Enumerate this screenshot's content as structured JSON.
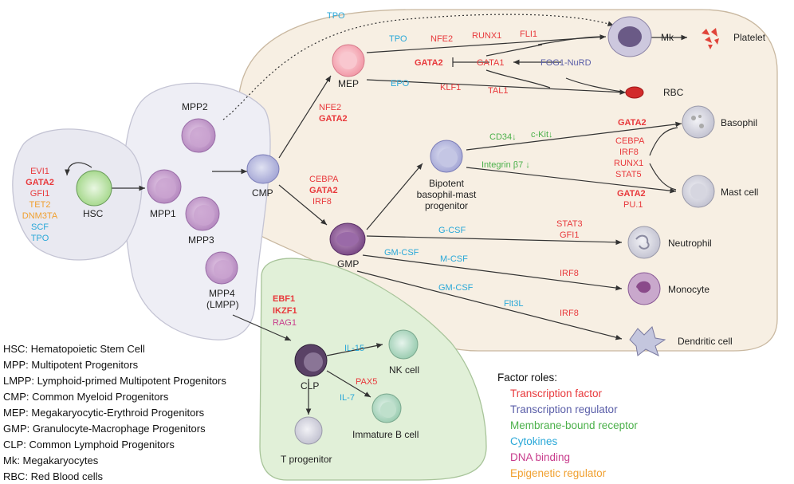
{
  "colors": {
    "transcription_factor": "#e8393c",
    "transcription_regulator": "#5a5ea8",
    "membrane_receptor": "#4bb04a",
    "cytokine": "#2aa8d8",
    "dna_binding": "#c83c8c",
    "epigenetic": "#f0a030",
    "myeloid_region": "#f7efe3",
    "lymphoid_region": "#e1f0d8",
    "mpp_region": "#eeeef5",
    "hsc_region": "#e9e9f1"
  },
  "cells": {
    "hsc": "HSC",
    "mpp1": "MPP1",
    "mpp2": "MPP2",
    "mpp3": "MPP3",
    "mpp4_line1": "MPP4",
    "mpp4_line2": "(LMPP)",
    "cmp": "CMP",
    "mep": "MEP",
    "gmp": "GMP",
    "clp": "CLP",
    "mk": "Mk",
    "platelet": "Platelet",
    "rbc": "RBC",
    "basophil": "Basophil",
    "mast_cell": "Mast cell",
    "bipotent_line1": "Bipotent",
    "bipotent_line2": "basophil-mast",
    "bipotent_line3": "progenitor",
    "neutrophil": "Neutrophil",
    "monocyte": "Monocyte",
    "dendritic": "Dendritic cell",
    "nk": "NK cell",
    "immature_b": "Immature B cell",
    "t_progenitor": "T progenitor"
  },
  "factors": {
    "hsc_evi1": "EVI1",
    "hsc_gata2": "GATA2",
    "hsc_gfi1": "GFI1",
    "hsc_tet2": "TET2",
    "hsc_dnm3ta": "DNM3TA",
    "hsc_scf": "SCF",
    "hsc_tpo": "TPO",
    "top_tpo": "TPO",
    "mep_tpo": "TPO",
    "nfe2_top": "NFE2",
    "runx1_top": "RUNX1",
    "fli1": "FLI1",
    "gata2_mep": "GATA2",
    "gata1": "GATA1",
    "fog1": "FOG1-NuRD",
    "epo": "EPO",
    "klf1": "KLF1",
    "tal1": "TAL1",
    "cmp_mep_nfe2": "NFE2",
    "cmp_mep_gata2": "GATA2",
    "cmp_gmp_cebpa": "CEBPA",
    "cmp_gmp_gata2": "GATA2",
    "cmp_gmp_irf8": "IRF8",
    "cd34": "CD34↓",
    "ckit": "c-Kit↓",
    "integrin": "Integrin β7 ↓",
    "baso_gata2": "GATA2",
    "cebpa_mid": "CEBPA",
    "irf8_mid": "IRF8",
    "runx1_mid": "RUNX1",
    "stat5": "STAT5",
    "mast_gata2": "GATA2",
    "pu1": "PU.1",
    "gcsf": "G-CSF",
    "stat3": "STAT3",
    "gfi1_neut": "GFI1",
    "gmcsf_1": "GM-CSF",
    "mcsf": "M-CSF",
    "irf8_mono": "IRF8",
    "gmcsf_2": "GM-CSF",
    "flt3l": "Flt3L",
    "irf8_dc": "IRF8",
    "ebf1": "EBF1",
    "ikzf1": "IKZF1",
    "rag1": "RAG1",
    "il15": "IL-15",
    "pax5": "PAX5",
    "il7": "IL-7"
  },
  "abbreviations": [
    "HSC: Hematopoietic Stem Cell",
    "MPP: Multipotent Progenitors",
    "LMPP: Lymphoid-primed Multipotent Progenitors",
    "CMP: Common Myeloid Progenitors",
    "MEP: Megakaryocytic-Erythroid Progenitors",
    "GMP: Granulocyte-Macrophage Progenitors",
    "CLP: Common Lymphoid Progenitors",
    "Mk: Megakaryocytes",
    "RBC: Red Blood cells"
  ],
  "roles": {
    "title": "Factor roles:",
    "items": [
      "Transcription factor",
      "Transcription regulator",
      "Membrane-bound receptor",
      "Cytokines",
      "DNA binding",
      "Epigenetic regulator"
    ]
  }
}
